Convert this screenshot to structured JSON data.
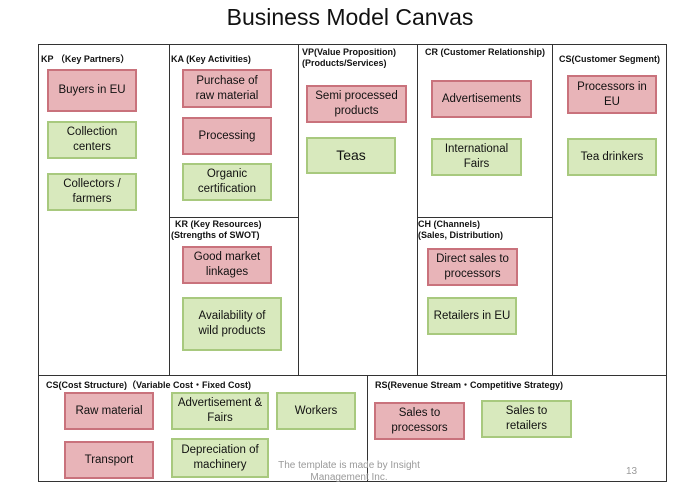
{
  "title": "Business Model Canvas",
  "sections": {
    "kp": {
      "header": "KP （Key Partners）",
      "items": [
        "Buyers in EU",
        "Collection centers",
        "Collectors / farmers"
      ]
    },
    "ka": {
      "header": "KA (Key Activities)",
      "items": [
        "Purchase of raw material",
        "Processing",
        "Organic certification"
      ]
    },
    "kr": {
      "header_line1": "KR (Key Resources)",
      "header_line2": "(Strengths of SWOT)",
      "items": [
        "Good market linkages",
        "Availability of wild products"
      ]
    },
    "vp": {
      "header_line1": "VP(Value Proposition)",
      "header_line2": "(Products/Services)",
      "items": [
        "Semi processed products",
        "Teas"
      ]
    },
    "cr": {
      "header": "CR (Customer Relationship)",
      "items": [
        "Advertisements",
        "International Fairs"
      ]
    },
    "ch": {
      "header_line1": "CH (Channels)",
      "header_line2": "(Sales, Distribution)",
      "items": [
        "Direct sales to processors",
        "Retailers in EU"
      ]
    },
    "cs": {
      "header": "CS(Customer Segment)",
      "items": [
        "Processors in EU",
        "Tea drinkers"
      ]
    },
    "cost": {
      "header": "CS(Cost Structure)（Variable Cost・Fixed Cost)",
      "items": [
        "Raw material",
        "Advertisement & Fairs",
        "Workers",
        "Transport",
        "Depreciation of machinery"
      ]
    },
    "rs": {
      "header": "RS(Revenue Stream・Competitive Strategy)",
      "items": [
        "Sales to processors",
        "Sales to retailers"
      ]
    }
  },
  "colors": {
    "red_fill": "#e8b4b8",
    "red_border": "#c9727c",
    "green_fill": "#d8e9bd",
    "green_border": "#a8c97e"
  },
  "footer": "The template is made by Insight Management Inc.",
  "page_number": "13"
}
